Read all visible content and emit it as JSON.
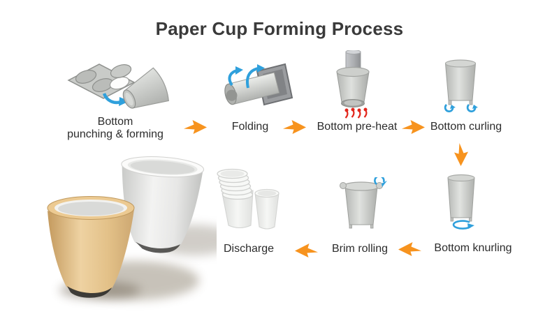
{
  "title": "Paper Cup Forming Process",
  "steps": [
    {
      "name": "bottom-punching-forming",
      "label_line1": "Bottom",
      "label_line2": "punching & forming"
    },
    {
      "name": "folding",
      "label": "Folding"
    },
    {
      "name": "bottom-pre-heat",
      "label": "Bottom pre-heat"
    },
    {
      "name": "bottom-curling",
      "label": "Bottom curling"
    },
    {
      "name": "bottom-knurling",
      "label": "Bottom knurling"
    },
    {
      "name": "brim-rolling",
      "label": "Brim rolling"
    },
    {
      "name": "discharge",
      "label": "Discharge"
    }
  ],
  "flow": {
    "top_row_direction": "left-to-right",
    "bottom_row_direction": "right-to-left",
    "connector": "down-arrow between Bottom curling and Bottom knurling"
  },
  "icons": {
    "flow_arrow": "orange swoosh arrow",
    "rotation_arrow": "blue curved arrow",
    "heat_marks": "red heat wisps",
    "final_product": "two finished paper cups (tan and white)"
  },
  "colors": {
    "background": "#ffffff",
    "title_text": "#3a3a3a",
    "label_text": "#2c2c2c",
    "flow_arrow_orange": "#F7931E",
    "rotation_arrow_blue": "#2FA0DC",
    "heat_red": "#E2261C",
    "machine_gray": "#c9cbc8",
    "finished_cup_tan": "#E3C188",
    "finished_cup_white": "#ECECEB"
  }
}
